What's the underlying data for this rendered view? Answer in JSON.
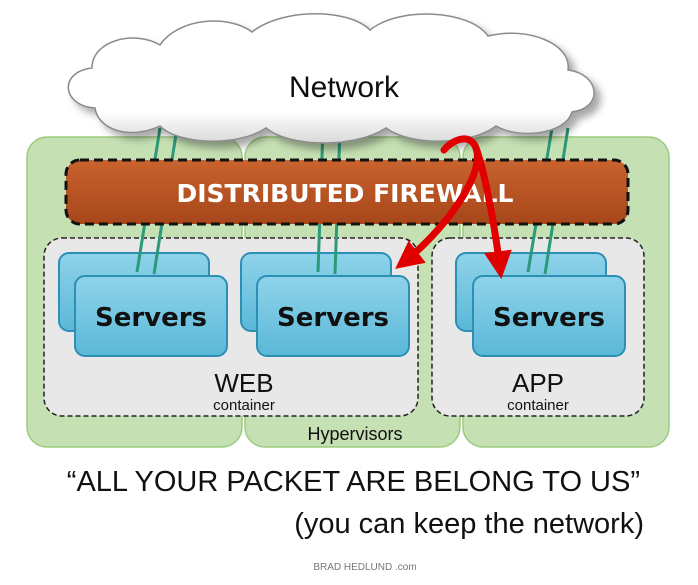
{
  "cloud": {
    "label": "Network"
  },
  "firewall": {
    "label": "DISTRIBUTED FIREWALL"
  },
  "servers_label": "Servers",
  "containers": [
    {
      "name": "WEB",
      "sub": "container"
    },
    {
      "name": "APP",
      "sub": "container"
    }
  ],
  "hypervisors_label": "Hypervisors",
  "caption": {
    "line1": "“ALL YOUR PACKET ARE BELONG TO US”",
    "line2": "(you can keep the network)"
  },
  "credit": "BRAD HEDLUND .com",
  "colors": {
    "hypervisor_fill": "#c5e0b3",
    "hypervisor_stroke": "#9ccb7f",
    "firewall_fill": "#b8511f",
    "server_fill": "#6fc4e0",
    "server_stroke": "#2e8fb5",
    "container_fill": "#e8e8e8",
    "link_color": "#2a9a7a",
    "arrow_color": "#e00000"
  }
}
